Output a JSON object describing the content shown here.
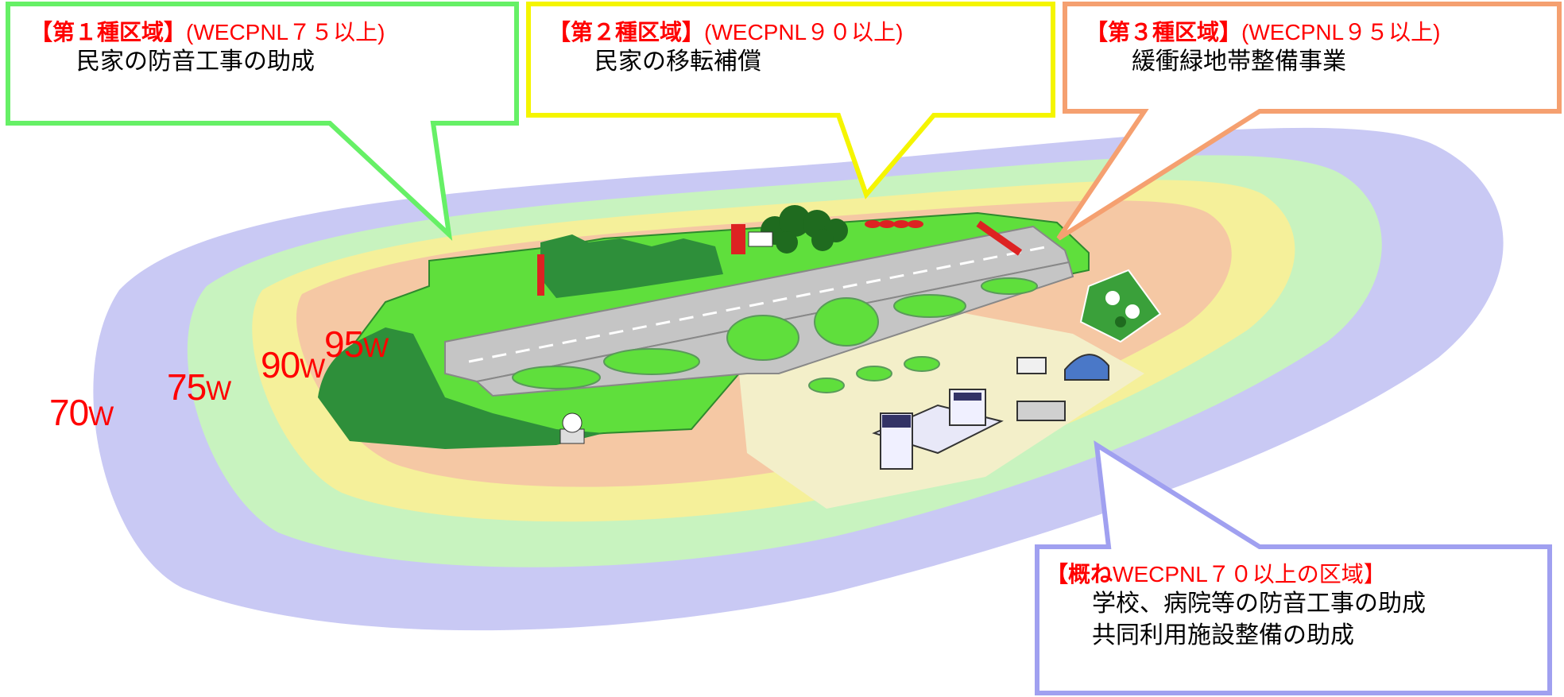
{
  "zones": {
    "zone1": {
      "title": "【第１種区域】",
      "paren": "(WECPNL７５以上)",
      "desc": "民家の防音工事の助成",
      "color": "#66f066"
    },
    "zone2": {
      "title": "【第２種区域】",
      "paren": "(WECPNL９０以上)",
      "desc": "民家の移転補償",
      "color": "#f5f500"
    },
    "zone3": {
      "title": "【第３種区域】",
      "paren": "(WECPNL９５以上)",
      "desc": "緩衝緑地帯整備事業",
      "color": "#f5a070"
    },
    "zone70": {
      "title": "【概ね",
      "paren": "WECPNL７０以上の区域】",
      "desc1": "学校、病院等の防音工事の助成",
      "desc2": "共同利用施設整備の助成",
      "color": "#a0a0f0"
    }
  },
  "contour_labels": [
    {
      "num": "70",
      "unit": "W"
    },
    {
      "num": "75",
      "unit": "W"
    },
    {
      "num": "90",
      "unit": "W"
    },
    {
      "num": "95",
      "unit": "W"
    }
  ]
}
